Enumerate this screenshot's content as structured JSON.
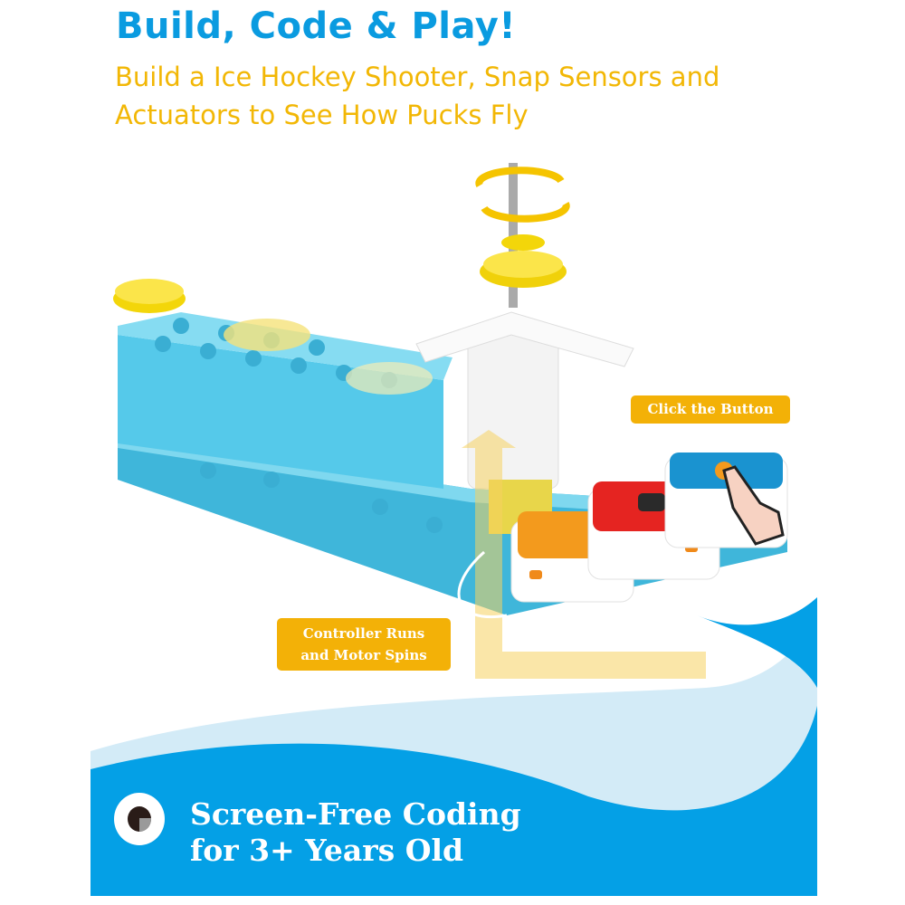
{
  "header": {
    "title": "Build, Code & Play!",
    "subtitle_lines": [
      "Build a Ice Hockey Shooter, Snap Sensors and",
      "Actuators to See How Pucks Fly"
    ]
  },
  "callouts": {
    "click_button": "Click the Button",
    "controller_runs": [
      "Controller Runs",
      "and Motor Spins"
    ]
  },
  "footer": {
    "lines": [
      "Screen-Free Coding",
      "for 3+ Years Old"
    ],
    "icon": "eye-icon"
  },
  "colors": {
    "brand_blue": "#0a9be0",
    "accent_yellow": "#f2b705",
    "base_blue": "#4cc6e6"
  }
}
